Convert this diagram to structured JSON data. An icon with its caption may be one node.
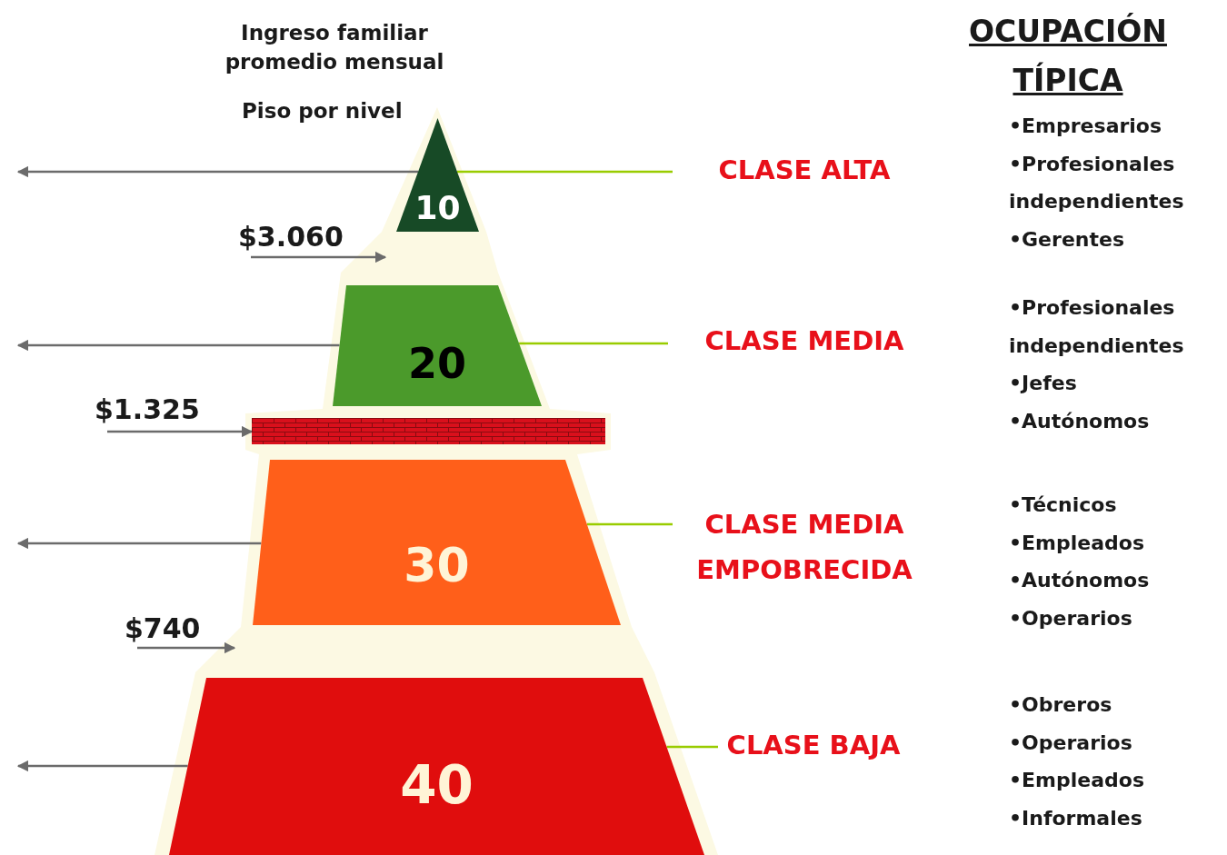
{
  "diagram": {
    "nodes": [
      {
        "text": [
          "10"
        ]
      },
      {
        "text": [
          "20"
        ]
      },
      {
        "text": [
          "30"
        ]
      },
      {
        "text": [
          "40"
        ]
      },
      {
        "text": [
          "CLASE ALTA"
        ]
      },
      {
        "text": [
          "CLASE MEDIA"
        ]
      },
      {
        "text": [
          "CLASE MEDIA EMPOBRECIDA"
        ]
      },
      {
        "text": [
          "CLASE BAJA"
        ]
      },
      {
        "text": [
          "$3.060"
        ]
      },
      {
        "text": [
          "$1.325"
        ]
      },
      {
        "text": [
          "$740"
        ]
      },
      {
        "text": [],
        "shape": "bar"
      }
    ],
    "edges": [
      {
        "from": 0,
        "to": 4,
        "arrow": "none",
        "color": "#99cc00"
      },
      {
        "from": 1,
        "to": 5,
        "arrow": "none",
        "color": "#99cc00"
      },
      {
        "from": 2,
        "to": 6,
        "arrow": "none",
        "color": "#99cc00"
      },
      {
        "from": 3,
        "to": 7,
        "arrow": "none",
        "color": "#99cc00"
      },
      {
        "from": 0,
        "to": null,
        "arrow": "to"
      },
      {
        "from": 1,
        "to": null,
        "arrow": "to"
      },
      {
        "from": 2,
        "to": null,
        "arrow": "to"
      },
      {
        "from": 3,
        "to": null,
        "arrow": "to"
      },
      {
        "from": 8,
        "to": null,
        "arrow": "to"
      },
      {
        "from": 9,
        "to": 11,
        "arrow": "to"
      },
      {
        "from": 10,
        "to": null,
        "arrow": "to"
      }
    ],
    "labels": [
      "Ingreso familiar promedio mensual",
      "Piso por nivel",
      "OCUPACIÓN TÍPICA",
      "•Empresarios",
      "•Profesionales independientes",
      "•Gerentes",
      "•Profesionales independientes",
      "•Jefes",
      "•Autónomos",
      "•Técnicos",
      "•Empleados",
      "•Autónomos",
      "•Operarios",
      "•Obreros",
      "•Operarios",
      "•Empleados",
      "•Informales"
    ]
  }
}
